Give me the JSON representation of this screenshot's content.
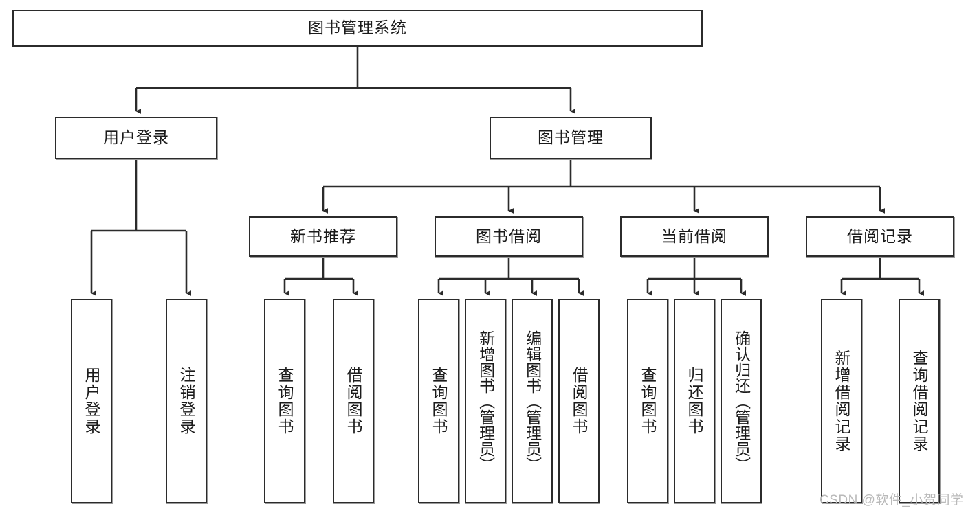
{
  "diagram": {
    "title": "图书管理系统",
    "type": "tree",
    "colors": {
      "node_border": "#2b2b2b",
      "node_fill": "#ffffff",
      "edge": "#2b2b2b",
      "watermark": "#b9b9b9",
      "page_background": "#ffffff"
    },
    "watermark": "CSDN @软件_小贺同学"
  },
  "nodes": {
    "root": {
      "label": "图书管理系统"
    },
    "level2": [
      {
        "id": "user-login",
        "label": "用户登录"
      },
      {
        "id": "book-management",
        "label": "图书管理"
      }
    ],
    "level3": [
      {
        "id": "new-book-recommend",
        "label": "新书推荐"
      },
      {
        "id": "book-borrow",
        "label": "图书借阅"
      },
      {
        "id": "current-borrow",
        "label": "当前借阅"
      },
      {
        "id": "borrow-record",
        "label": "借阅记录"
      }
    ],
    "leaves": {
      "user_login": [
        {
          "id": "leaf-user-login",
          "label": "用户登录"
        },
        {
          "id": "leaf-logout-login",
          "label": "注销登录"
        }
      ],
      "new_book_recommend": [
        {
          "id": "leaf-query-book-1",
          "label": "查询图书"
        },
        {
          "id": "leaf-borrow-book-1",
          "label": "借阅图书"
        }
      ],
      "book_borrow": [
        {
          "id": "leaf-query-book-2",
          "label": "查询图书"
        },
        {
          "id": "leaf-add-book",
          "label": "新增图书（管理员）"
        },
        {
          "id": "leaf-edit-book",
          "label": "编辑图书（管理员）"
        },
        {
          "id": "leaf-borrow-book-2",
          "label": "借阅图书"
        }
      ],
      "current_borrow": [
        {
          "id": "leaf-query-book-3",
          "label": "查询图书"
        },
        {
          "id": "leaf-return-book",
          "label": "归还图书"
        },
        {
          "id": "leaf-confirm-return",
          "label": "确认归还（管理员）"
        }
      ],
      "borrow_record": [
        {
          "id": "leaf-add-borrow-record",
          "label": "新增借阅记录"
        },
        {
          "id": "leaf-query-borrow-record",
          "label": "查询借阅记录"
        }
      ]
    }
  }
}
